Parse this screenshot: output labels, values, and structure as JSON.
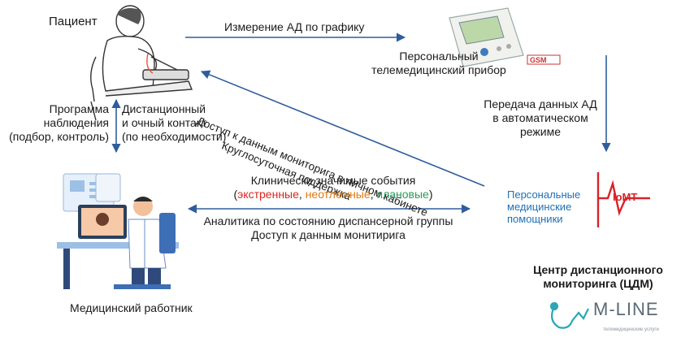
{
  "nodes": {
    "patient": "Пациент",
    "device_line1": "Персональный",
    "device_line2": "телемедицинский прибор",
    "medic": "Медицинский работник",
    "assistants_line1": "Персональные",
    "assistants_line2": "медицинские",
    "assistants_line3": "помощники",
    "center_line1": "Центр дистанционного",
    "center_line2": "мониторинга (ЦДМ)"
  },
  "edges": {
    "measure": "Измерение АД по графику",
    "transfer_line1": "Передача данных АД",
    "transfer_line2": "в автоматическом",
    "transfer_line3": "режиме",
    "program_line1": "Программа",
    "program_line2": "наблюдения",
    "program_line3": "(подбор, контроль)",
    "contact_line1": "Дистанционный",
    "contact_line2": "и очный контакт",
    "contact_line3": "(по необходимости)",
    "diag_line1": "Доступ к данным мониторига в личном кабинете",
    "diag_line2": "Круглосуточная поддержка",
    "events_line1": "Клинически значимые события",
    "events_open": "(",
    "events_emergency": "экстренные",
    "events_sep1": ", ",
    "events_urgent": "неотложные",
    "events_sep2": ", ",
    "events_planned": "плановые",
    "events_close": ")",
    "analytics": "Аналитика по состоянию диспансерной группы",
    "access": "Доступ к данным монитирига"
  },
  "logos": {
    "iomt": "IoMT",
    "gsm": "GSM",
    "mline": "M-LINE",
    "mline_tagline": "телемедицинские услуги"
  },
  "colors": {
    "arrow": "#2e5d9c",
    "emergency": "#d9251c",
    "urgent": "#e07a10",
    "planned": "#2a9a55",
    "assistants": "#1f6fb5",
    "iomt_red": "#d8232a",
    "mline_teal": "#2aa7b5"
  }
}
